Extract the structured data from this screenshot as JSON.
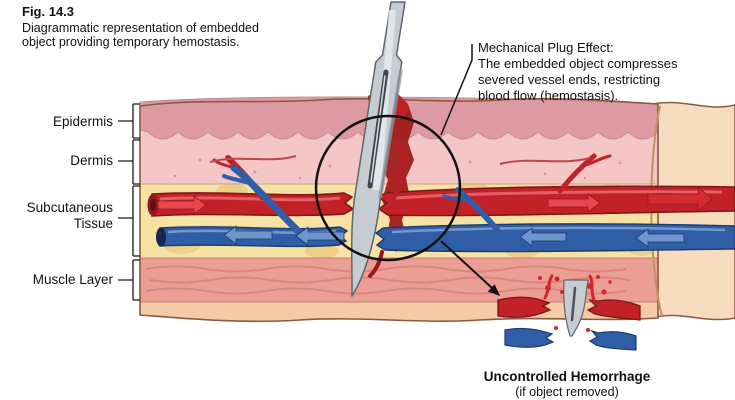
{
  "figure": {
    "number": "Fig. 14.3",
    "caption1": "Diagrammatic representation of embedded",
    "caption2": "object providing temporary hemostasis."
  },
  "layer_labels": {
    "epidermis": "Epidermis",
    "dermis": "Dermis",
    "subcutaneous1": "Subcutaneous",
    "subcutaneous2": "Tissue",
    "muscle": "Muscle Layer"
  },
  "annotation": {
    "l1": "Mechanical Plug Effect:",
    "l2": "The embedded object compresses",
    "l3": "severed vessel ends, restricting",
    "l4": "blood flow (hemostasis)."
  },
  "inset": {
    "title": "Uncontrolled Hemorrhage",
    "subtitle": "(if object removed)"
  },
  "colors": {
    "artery": "#c32128",
    "artery_dark": "#7e1418",
    "vein": "#2f5ea6",
    "vein_dark": "#1c3c70",
    "skin": "#f3cba6",
    "wrist_skin": "#f7dcc0",
    "epidermis": "#dd9aa2",
    "dermis": "#f4c6c6",
    "fat": "#f6e2a3",
    "muscle": "#ec9d94",
    "steel": "#c6ccd1",
    "blood": "#9e1717"
  }
}
